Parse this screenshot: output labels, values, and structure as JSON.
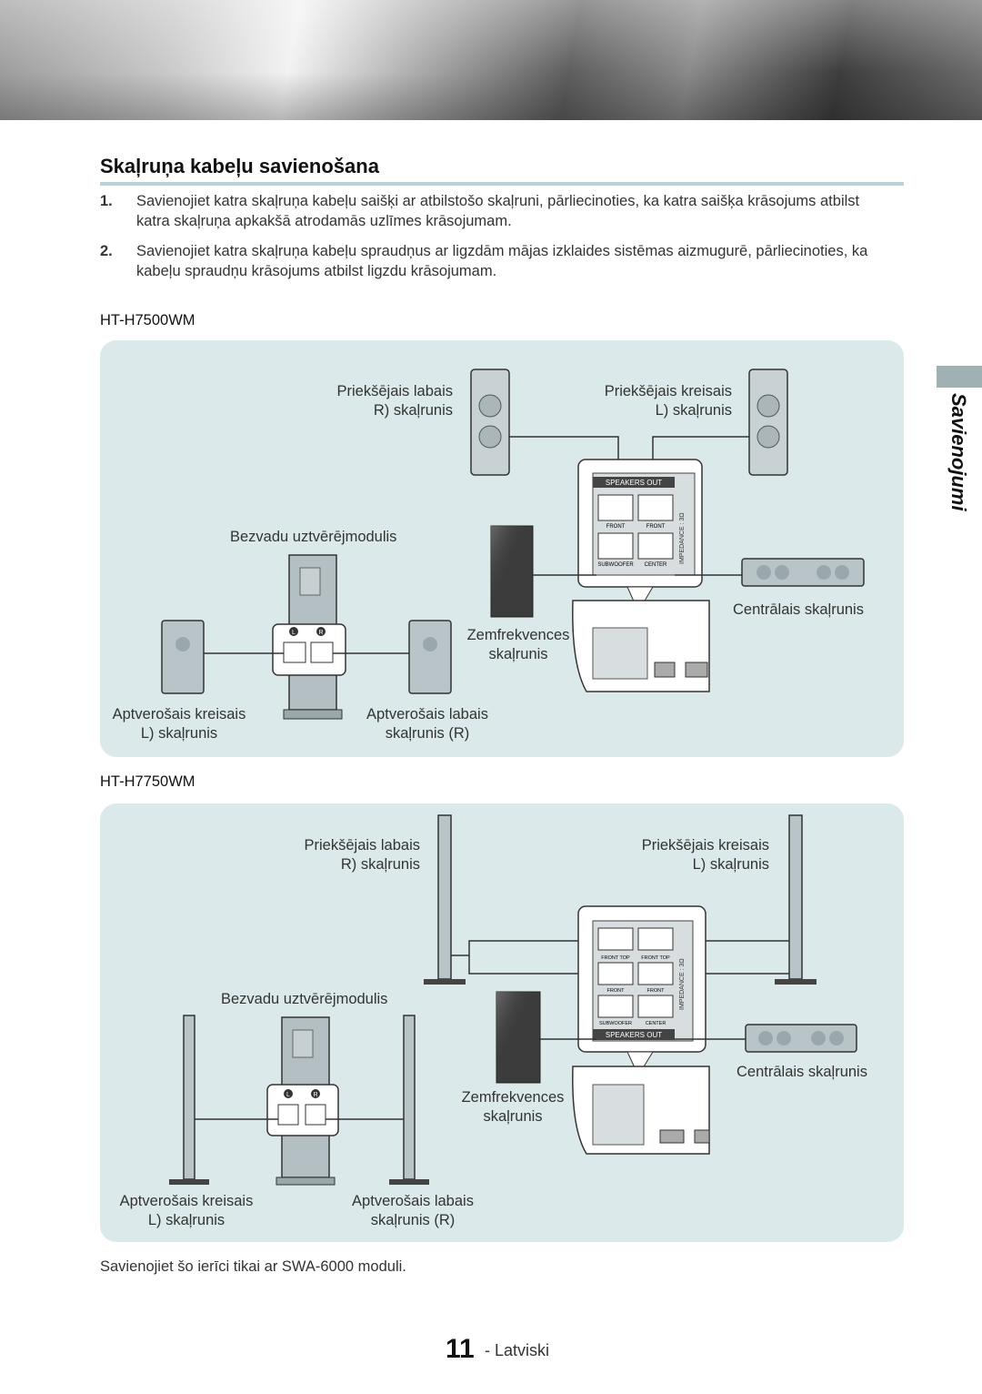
{
  "section_title": "Skaļruņa kabeļu savienošana",
  "steps": [
    {
      "num": "1.",
      "text": "Savienojiet katra skaļruņa kabeļu saišķi ar atbilstošo skaļruni, pārliecinoties, ka katra saišķa krāsojums atbilst katra skaļruņa apkakšā atrodamās uzlīmes krāsojumam."
    },
    {
      "num": "2.",
      "text": "Savienojiet katra skaļruņa kabeļu spraudņus ar ligzdām mājas izklaides sistēmas aizmugurē, pārliecinoties, ka kabeļu spraudņu krāsojums atbilst ligzdu krāsojumam."
    }
  ],
  "side_tab": "Savienojumi",
  "diagram1": {
    "model": "HT-H7500WM",
    "front_right": [
      "Priekšējais labais",
      "R) skaļrunis"
    ],
    "front_left": [
      "Priekšējais kreisais",
      "L) skaļrunis"
    ],
    "wireless_module": "Bezvadu uztvērējmodulis",
    "subwoofer": [
      "Zemfrekvences",
      "skaļrunis"
    ],
    "center": "Centrālais skaļrunis",
    "surround_left": [
      "Aptverošais kreisais",
      "L) skaļrunis"
    ],
    "surround_right": [
      "Aptverošais labais",
      "skaļrunis (R)"
    ],
    "panel_header": "SPEAKERS OUT",
    "panel_impedance": "IMPEDANCE : 3Ω",
    "jack_labels": [
      "FRONT",
      "FRONT",
      "SUBWOOFER",
      "CENTER"
    ]
  },
  "diagram2": {
    "model": "HT-H7750WM",
    "front_right": [
      "Priekšējais labais",
      "R) skaļrunis"
    ],
    "front_left": [
      "Priekšējais kreisais",
      "L) skaļrunis"
    ],
    "wireless_module": "Bezvadu uztvērējmodulis",
    "subwoofer": [
      "Zemfrekvences",
      "skaļrunis"
    ],
    "center": "Centrālais skaļrunis",
    "surround_left": [
      "Aptverošais kreisais",
      "L) skaļrunis"
    ],
    "surround_right": [
      "Aptverošais labais",
      "skaļrunis (R)"
    ],
    "panel_footer": "SPEAKERS OUT",
    "panel_impedance": "IMPEDANCE : 3Ω",
    "jack_labels": [
      "FRONT TOP",
      "FRONT TOP",
      "FRONT",
      "FRONT",
      "SUBWOOFER",
      "CENTER"
    ]
  },
  "module_tags": [
    "L",
    "R"
  ],
  "note": "Savienojiet šo ierīci tikai ar SWA-6000 moduli.",
  "page_number": "11",
  "language": "- Latviski"
}
